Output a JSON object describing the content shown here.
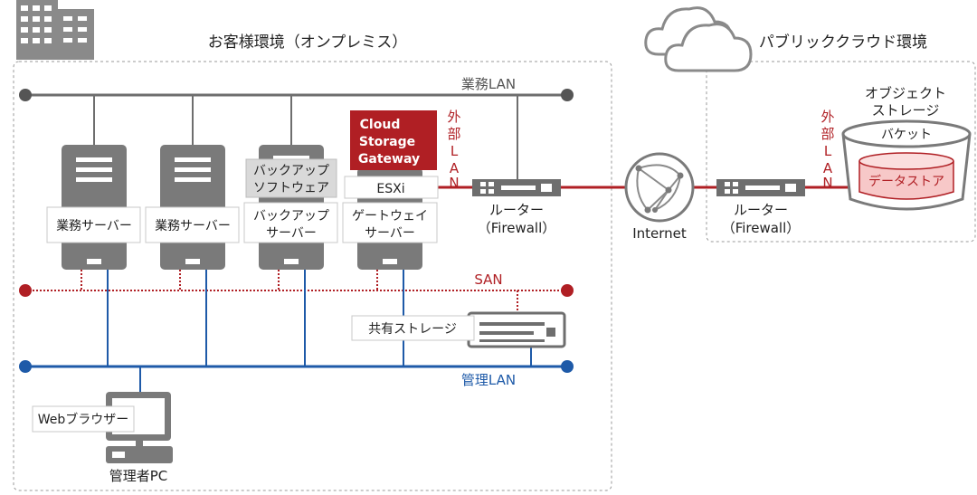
{
  "onprem": {
    "title": "お客様環境（オンプレミス）",
    "business_lan": "業務LAN",
    "san": "SAN",
    "mgmt_lan": "管理LAN",
    "external_lan": "外部LAN",
    "servers": [
      {
        "label": "業務サーバー"
      },
      {
        "label": "業務サーバー"
      },
      {
        "label_line1": "バックアップ",
        "label_line2": "サーバー",
        "software_line1": "バックアップ",
        "software_line2": "ソフトウェア"
      },
      {
        "label_line1": "ゲートウェイ",
        "label_line2": "サーバー",
        "esxi": "ESXi"
      }
    ],
    "csg_logo": [
      "Cloud",
      "Storage",
      "Gateway"
    ],
    "shared_storage": "共有ストレージ",
    "browser": "Webブラウザー",
    "admin_pc": "管理者PC",
    "router": {
      "line1": "ルーター",
      "line2": "（Firewall）"
    }
  },
  "internet": {
    "label": "Internet"
  },
  "cloud": {
    "title": "パブリッククラウド環境",
    "external_lan": "外部LAN",
    "router": {
      "line1": "ルーター",
      "line2": "（Firewall）"
    },
    "object_storage": {
      "line1": "オブジェクト",
      "line2": "ストレージ"
    },
    "bucket": "バケット",
    "datastore": "データストア"
  },
  "colors": {
    "red": "#b01f24",
    "blue": "#1e5aa8",
    "gray": "#6e6e6e",
    "light_gray": "#cfcfcf",
    "datastore_fill": "#f7c8c8"
  }
}
